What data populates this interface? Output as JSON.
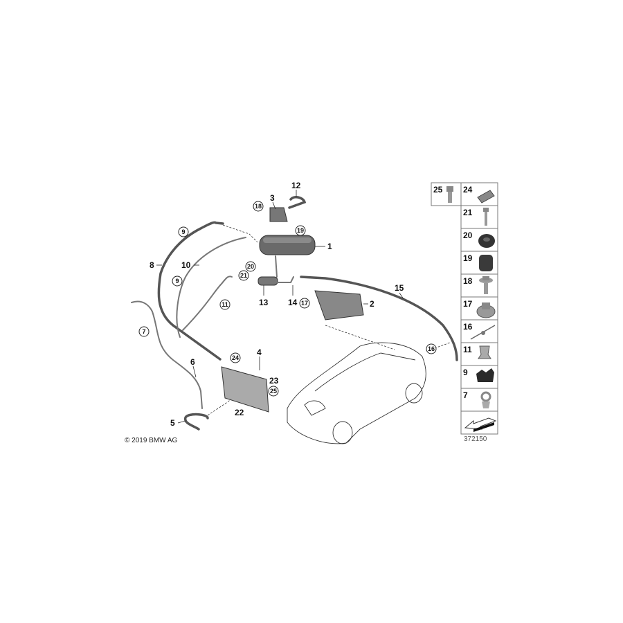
{
  "diagram": {
    "callouts": {
      "c1": "1",
      "c2": "2",
      "c3": "3",
      "c4": "4",
      "c5": "5",
      "c6": "6",
      "c7": "7",
      "c8": "8",
      "c9a": "9",
      "c9b": "9",
      "c10": "10",
      "c11": "11",
      "c12": "12",
      "c13": "13",
      "c14": "14",
      "c15": "15",
      "c16": "16",
      "c17": "17",
      "c18": "18",
      "c19": "19",
      "c20": "20",
      "c21": "21",
      "c22": "22",
      "c23": "23",
      "c24": "24",
      "c25": "25"
    },
    "copyright": "© 2019 BMW AG",
    "diagram_id": "372150"
  },
  "parts_grid": [
    {
      "number": "25",
      "icon": "bolt-icon"
    },
    {
      "number": "24",
      "icon": "clip-icon"
    },
    {
      "number": "21",
      "icon": "screw-icon"
    },
    {
      "number": "20",
      "icon": "grommet-icon"
    },
    {
      "number": "19",
      "icon": "rubber-pad-icon"
    },
    {
      "number": "18",
      "icon": "collar-bolt-icon"
    },
    {
      "number": "17",
      "icon": "flange-nut-icon"
    },
    {
      "number": "16",
      "icon": "cable-tie-icon"
    },
    {
      "number": "11",
      "icon": "pipe-clip-icon"
    },
    {
      "number": "9",
      "icon": "double-holder-icon"
    },
    {
      "number": "7",
      "icon": "pipe-clip-icon"
    }
  ]
}
